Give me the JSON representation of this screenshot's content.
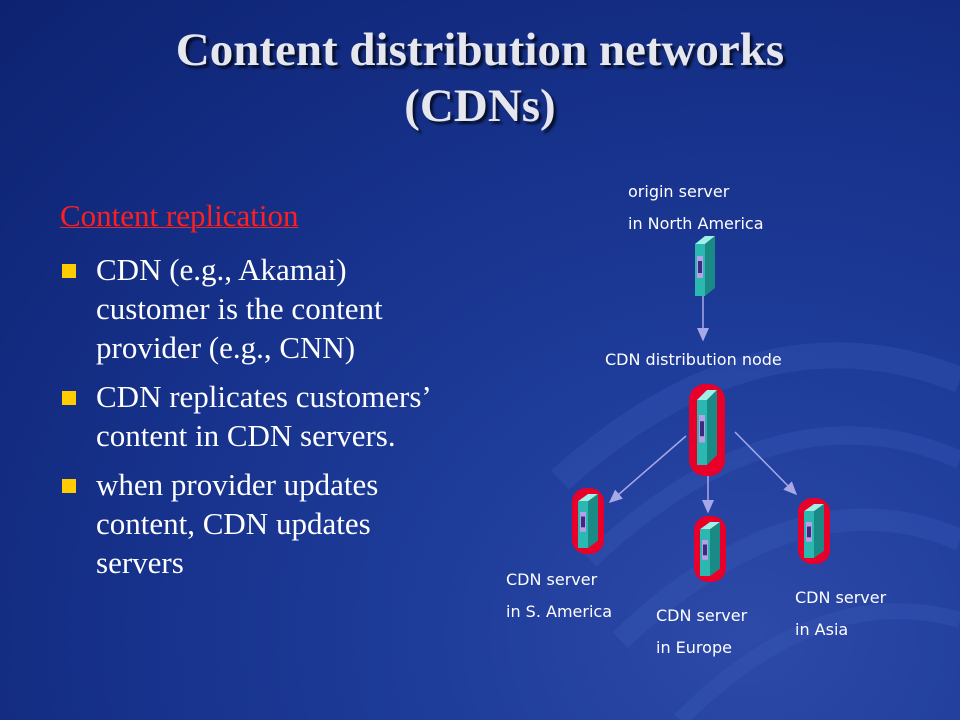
{
  "slide": {
    "title_line1": "Content distribution networks",
    "title_line2": "(CDNs)",
    "section_heading": "Content replication",
    "bullets": [
      "CDN (e.g., Akamai) customer is the content provider (e.g., CNN)",
      "CDN replicates customers’ content in CDN servers.",
      "when provider updates content, CDN updates servers"
    ]
  },
  "diagram": {
    "origin": {
      "line1": "origin server",
      "line2": "in North America"
    },
    "distribution": {
      "line1": "CDN distribution node"
    },
    "south_america": {
      "line1": "CDN server",
      "line2": "in S. America"
    },
    "europe": {
      "line1": "CDN server",
      "line2": "in Europe"
    },
    "asia": {
      "line1": "CDN server",
      "line2": "in Asia"
    }
  },
  "colors": {
    "background": "#1a3592",
    "title": "#e6e6ee",
    "heading": "#ff1f1f",
    "bullet_square": "#ffcc00",
    "server_body": "#2ab8b0",
    "server_highlight": "#e8002a",
    "arrow": "#a8a8e8"
  }
}
